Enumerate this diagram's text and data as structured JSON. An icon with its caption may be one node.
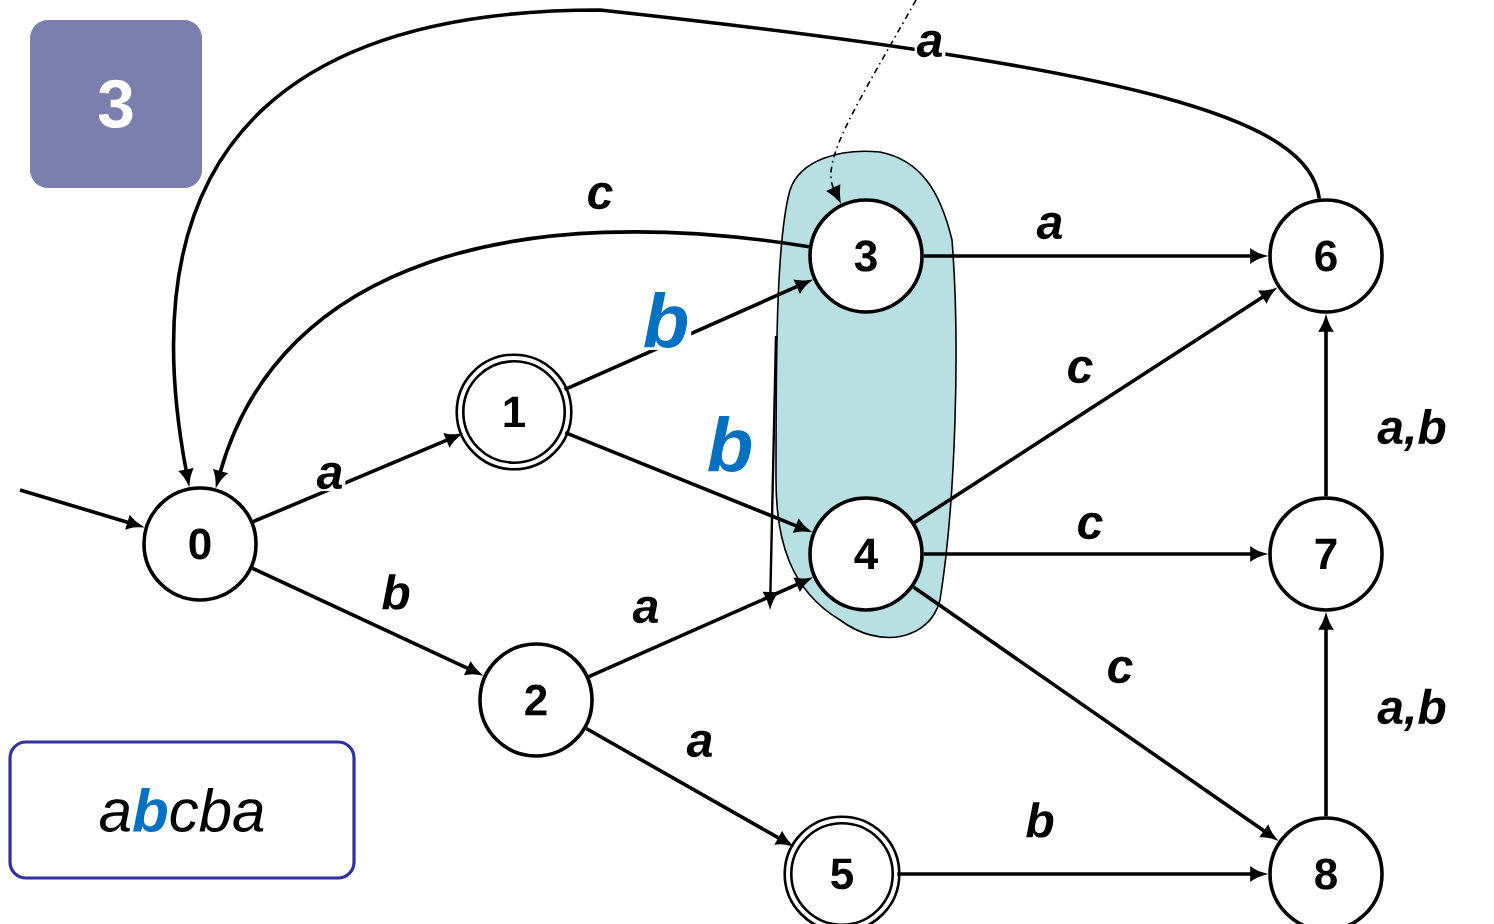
{
  "diagram": {
    "nodes": [
      {
        "text": [
          "3"
        ]
      },
      {
        "text": [
          "0"
        ]
      },
      {
        "text": [
          "1"
        ]
      },
      {
        "text": [
          "2"
        ]
      },
      {
        "text": [
          "3"
        ]
      },
      {
        "text": [
          "4"
        ]
      },
      {
        "text": [
          "5"
        ]
      },
      {
        "text": [
          "6"
        ]
      },
      {
        "text": [
          "7"
        ]
      },
      {
        "text": [
          "8"
        ]
      },
      {
        "text": [
          "a**b**cba"
        ]
      }
    ],
    "edges": [
      {
        "from": null,
        "to": 1,
        "arrow": "to"
      },
      {
        "from": 7,
        "to": 1,
        "arrow": "to",
        "label": "a"
      },
      {
        "from": 4,
        "to": 1,
        "arrow": "to",
        "label": "c"
      },
      {
        "from": null,
        "to": 4,
        "arrow": "to",
        "style": "dashed"
      },
      {
        "from": 1,
        "to": 2,
        "arrow": "to",
        "label": "a"
      },
      {
        "from": 1,
        "to": 3,
        "arrow": "to",
        "label": "b"
      },
      {
        "from": 2,
        "to": 4,
        "arrow": "to",
        "label": "b"
      },
      {
        "from": 2,
        "to": 5,
        "arrow": "to",
        "label": "b"
      },
      {
        "from": 3,
        "to": 5,
        "arrow": "to",
        "label": "a"
      },
      {
        "from": 3,
        "to": 6,
        "arrow": "to",
        "label": "a"
      },
      {
        "from": 4,
        "to": 7,
        "arrow": "to",
        "label": "a"
      },
      {
        "from": 5,
        "to": 7,
        "arrow": "to",
        "label": "c"
      },
      {
        "from": 5,
        "to": 8,
        "arrow": "to",
        "label": "c"
      },
      {
        "from": 5,
        "to": 9,
        "arrow": "to",
        "label": "c"
      },
      {
        "from": 6,
        "to": 9,
        "arrow": "to",
        "label": "b"
      },
      {
        "from": 8,
        "to": 7,
        "arrow": "to",
        "label": "a,b"
      },
      {
        "from": 9,
        "to": 8,
        "arrow": "to",
        "label": "a,b"
      }
    ]
  }
}
